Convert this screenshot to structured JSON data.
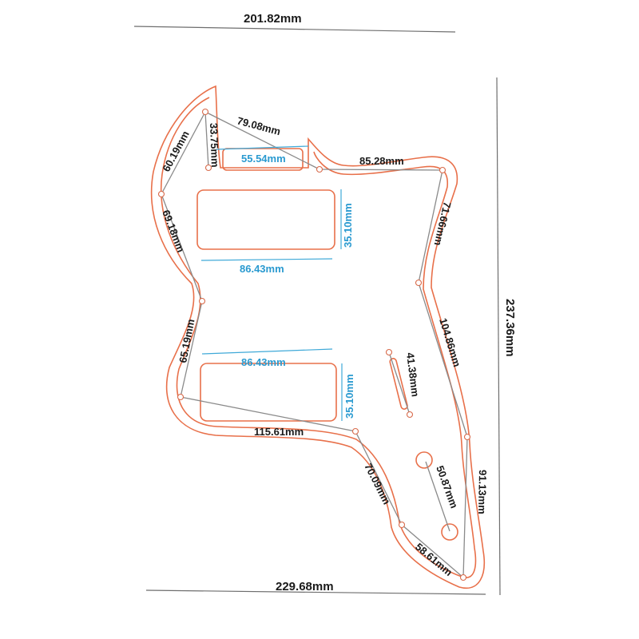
{
  "colors": {
    "outline": "#e8704a",
    "dimension_text": "#1a1a1a",
    "pickup_dimension_text": "#2a9ad0",
    "dimension_line": "#6e6e6e"
  },
  "overall": {
    "top_width": "201.82mm",
    "bottom_width": "229.68mm",
    "height": "237.36mm"
  },
  "edges": {
    "e1": "33.75mm",
    "e2": "79.08mm",
    "e3": "60.19mm",
    "e4": "85.28mm",
    "e5": "69.18mm",
    "e6": "71.66mm",
    "e7": "65.19mm",
    "e8": "104.86mm",
    "e9": "115.61mm",
    "e10": "70.09mm",
    "e11": "91.13mm",
    "e12": "58.61mm"
  },
  "inner": {
    "slot": "55.54mm",
    "pickup1_width": "86.43mm",
    "pickup1_height": "35.10mm",
    "pickup2_width": "86.43mm",
    "pickup2_height": "35.10mm",
    "switch_slot": "41.38mm",
    "controls": "50.87mm"
  }
}
